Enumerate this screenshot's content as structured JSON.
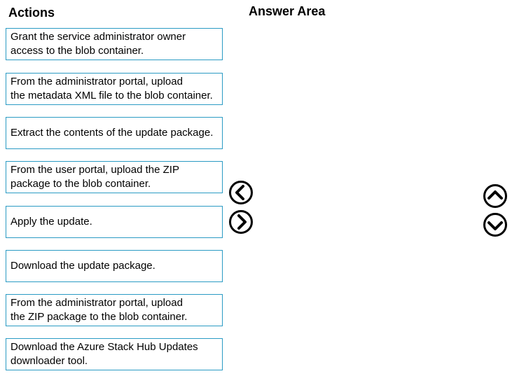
{
  "headings": {
    "actions": "Actions",
    "answer_area": "Answer Area"
  },
  "actions": [
    "Grant the service administrator owner\naccess to the blob container.",
    "From the administrator portal, upload\nthe metadata XML file to the blob container.",
    "Extract the contents of the update package.",
    "From the user portal, upload the ZIP\npackage to the blob container.",
    "Apply the update.",
    "Download the update package.",
    "From the administrator portal, upload\nthe ZIP package to the blob container.",
    "Download the Azure Stack Hub Updates\ndownloader tool."
  ],
  "icons": {
    "move_left": "chevron-left-circle-icon",
    "move_right": "chevron-right-circle-icon",
    "move_up": "chevron-up-circle-icon",
    "move_down": "chevron-down-circle-icon"
  },
  "colors": {
    "box_border": "#2b9bc4",
    "text": "#000000",
    "background": "#ffffff"
  }
}
